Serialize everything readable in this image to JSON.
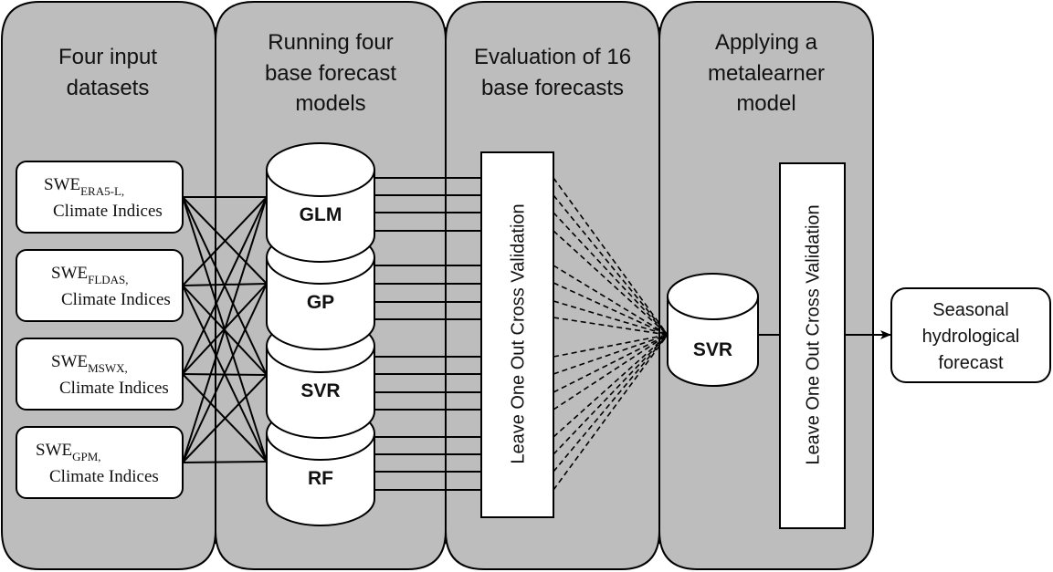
{
  "colors": {
    "panel_fill": "#bdbdbd",
    "stroke": "#000000",
    "box_fill": "#ffffff"
  },
  "panels": [
    {
      "title_lines": [
        "Four input",
        "datasets"
      ]
    },
    {
      "title_lines": [
        "Running four",
        "base forecast",
        "models"
      ]
    },
    {
      "title_lines": [
        "Evaluation of 16",
        "base forecasts"
      ]
    },
    {
      "title_lines": [
        "Applying a",
        "metalearner",
        "model"
      ]
    }
  ],
  "inputs": [
    {
      "main": "SWE",
      "sub": "ERA5-L,",
      "line2": "Climate Indices"
    },
    {
      "main": "SWE",
      "sub": "FLDAS,",
      "line2": "Climate Indices"
    },
    {
      "main": "SWE",
      "sub": "MSWX,",
      "line2": "Climate Indices"
    },
    {
      "main": "SWE",
      "sub": "GPM,",
      "line2": "Climate Indices"
    }
  ],
  "base_models": [
    {
      "label": "GLM"
    },
    {
      "label": "GP"
    },
    {
      "label": "SVR"
    },
    {
      "label": "RF"
    }
  ],
  "evaluation_box": {
    "label": "Leave One Out Cross Validation"
  },
  "metalearner": {
    "label": "SVR"
  },
  "metalearner_validation": {
    "label": "Leave One Out Cross Validation"
  },
  "output": {
    "lines": [
      "Seasonal",
      "hydrological",
      "forecast"
    ]
  },
  "connections": {
    "inputs_to_models": "all-to-all",
    "forecasts_per_model": 4,
    "total_base_forecasts": 16
  }
}
